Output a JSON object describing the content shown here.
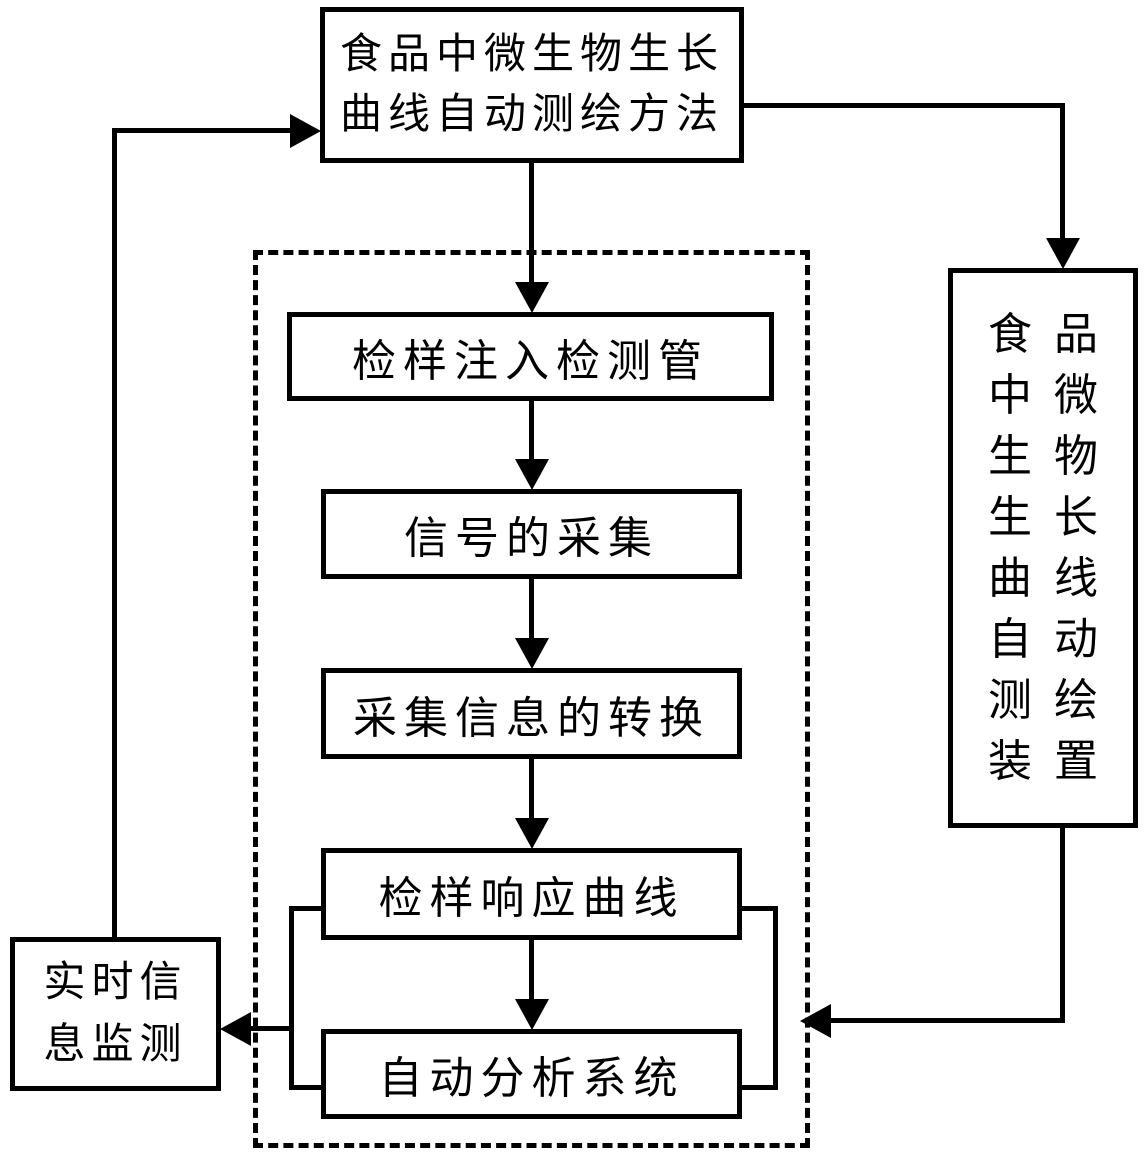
{
  "diagram": {
    "type": "flowchart",
    "colors": {
      "background": "#ffffff",
      "line": "#000000",
      "box_border": "#000000",
      "box_fill": "#ffffff",
      "text": "#000000"
    },
    "nodes": {
      "method": {
        "line1": "食品中微生物生长",
        "line2": "曲线自动测绘方法",
        "full_text": "食品中微生物生长曲线自动测绘方法"
      },
      "step_inject": {
        "label": "检样注入检测管"
      },
      "step_signal": {
        "label": "信号的采集"
      },
      "step_convert": {
        "label": "采集信息的转换"
      },
      "step_curve": {
        "label": "检样响应曲线"
      },
      "step_analysis": {
        "label": "自动分析系统"
      },
      "device": {
        "lines": [
          "食品",
          "中微",
          "生物",
          "生长",
          "曲线",
          "自动",
          "测绘",
          "装置"
        ],
        "full_text": "食品中微生物生长曲线自动测绘装置"
      },
      "monitor": {
        "line1": "实时信",
        "line2": "息监测",
        "full_text": "实时信息监测"
      }
    },
    "edges": [
      {
        "from": "method",
        "to": "step_inject",
        "style": "arrow-down"
      },
      {
        "from": "step_inject",
        "to": "step_signal",
        "style": "arrow-down"
      },
      {
        "from": "step_signal",
        "to": "step_convert",
        "style": "arrow-down"
      },
      {
        "from": "step_convert",
        "to": "step_curve",
        "style": "arrow-down"
      },
      {
        "from": "step_curve",
        "to": "step_analysis",
        "style": "arrow-down"
      },
      {
        "from": "method",
        "to": "device",
        "style": "arrow right-then-down"
      },
      {
        "from": "device",
        "to": "dashed-region",
        "style": "arrow down-then-left"
      },
      {
        "from": "monitor",
        "to": "method",
        "style": "arrow up-then-right feedback"
      },
      {
        "from": "step_curve+step_analysis",
        "to": "monitor",
        "style": "bracket arrow-left"
      },
      {
        "from": "step_curve",
        "to": "step_analysis",
        "style": "side-brackets left-right"
      }
    ]
  }
}
